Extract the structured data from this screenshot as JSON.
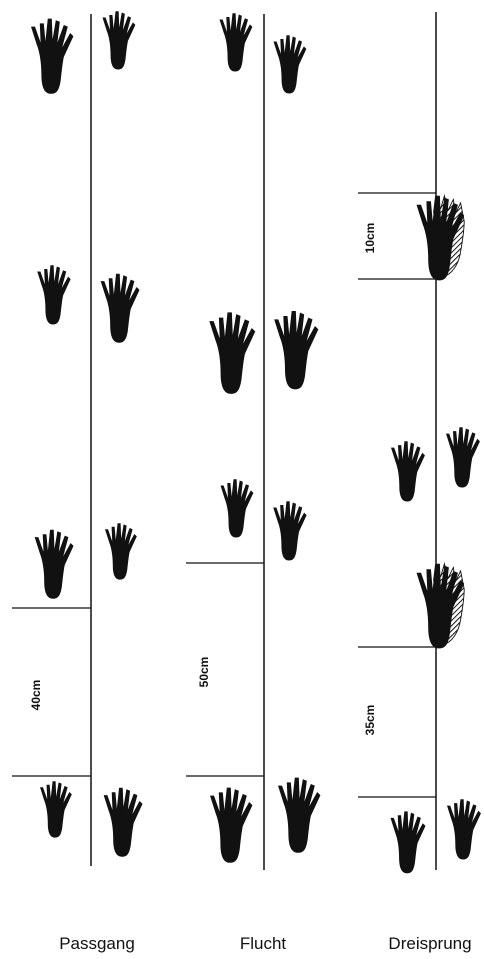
{
  "columns": [
    {
      "caption": "Passgang",
      "measurement": "40cm"
    },
    {
      "caption": "Flucht",
      "measurement": "50cm"
    },
    {
      "caption": "Dreisprung",
      "measurements": [
        "10cm",
        "35cm"
      ]
    }
  ],
  "colors": {
    "ink": "#111111",
    "background": "#ffffff"
  },
  "icons": {
    "footprint": "paw-print-icon",
    "hatched_footprint": "hatched-paw-print-icon"
  }
}
